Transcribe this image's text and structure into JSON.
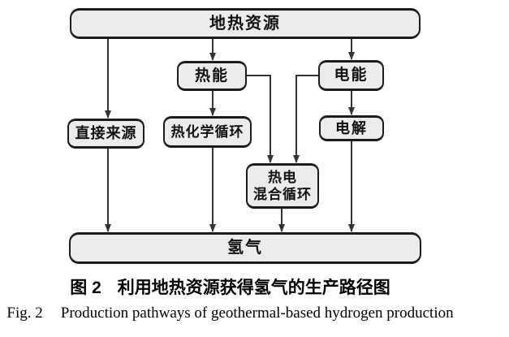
{
  "figure": {
    "type": "flowchart",
    "nodes": {
      "geothermal": {
        "label": "地热资源"
      },
      "thermal_energy": {
        "label": "热能"
      },
      "electric_energy": {
        "label": "电能"
      },
      "direct_source": {
        "label": "直接来源"
      },
      "thermochemical_cycle": {
        "label": "热化学循环"
      },
      "electrolysis": {
        "label": "电解"
      },
      "hybrid_cycle": {
        "label_line1": "热电",
        "label_line2": "混合循环"
      },
      "hydrogen": {
        "label": "氢气"
      }
    },
    "edges": [
      {
        "from": "geothermal",
        "to": "direct_source"
      },
      {
        "from": "geothermal",
        "to": "thermal_energy"
      },
      {
        "from": "geothermal",
        "to": "electric_energy"
      },
      {
        "from": "thermal_energy",
        "to": "thermochemical_cycle"
      },
      {
        "from": "thermal_energy",
        "to": "hybrid_cycle"
      },
      {
        "from": "electric_energy",
        "to": "hybrid_cycle"
      },
      {
        "from": "electric_energy",
        "to": "electrolysis"
      },
      {
        "from": "direct_source",
        "to": "hydrogen"
      },
      {
        "from": "thermochemical_cycle",
        "to": "hydrogen"
      },
      {
        "from": "hybrid_cycle",
        "to": "hydrogen"
      },
      {
        "from": "electrolysis",
        "to": "hydrogen"
      }
    ],
    "colors": {
      "node_fill": "#ececec",
      "node_border": "#1c1c1c",
      "arrow": "#333333",
      "background": "#ffffff"
    }
  },
  "caption": {
    "zh_label": "图 2",
    "zh_title": "利用地热资源获得氢气的生产路径图",
    "en_label": "Fig. 2",
    "en_title": "Production pathways of geothermal-based hydrogen production"
  }
}
